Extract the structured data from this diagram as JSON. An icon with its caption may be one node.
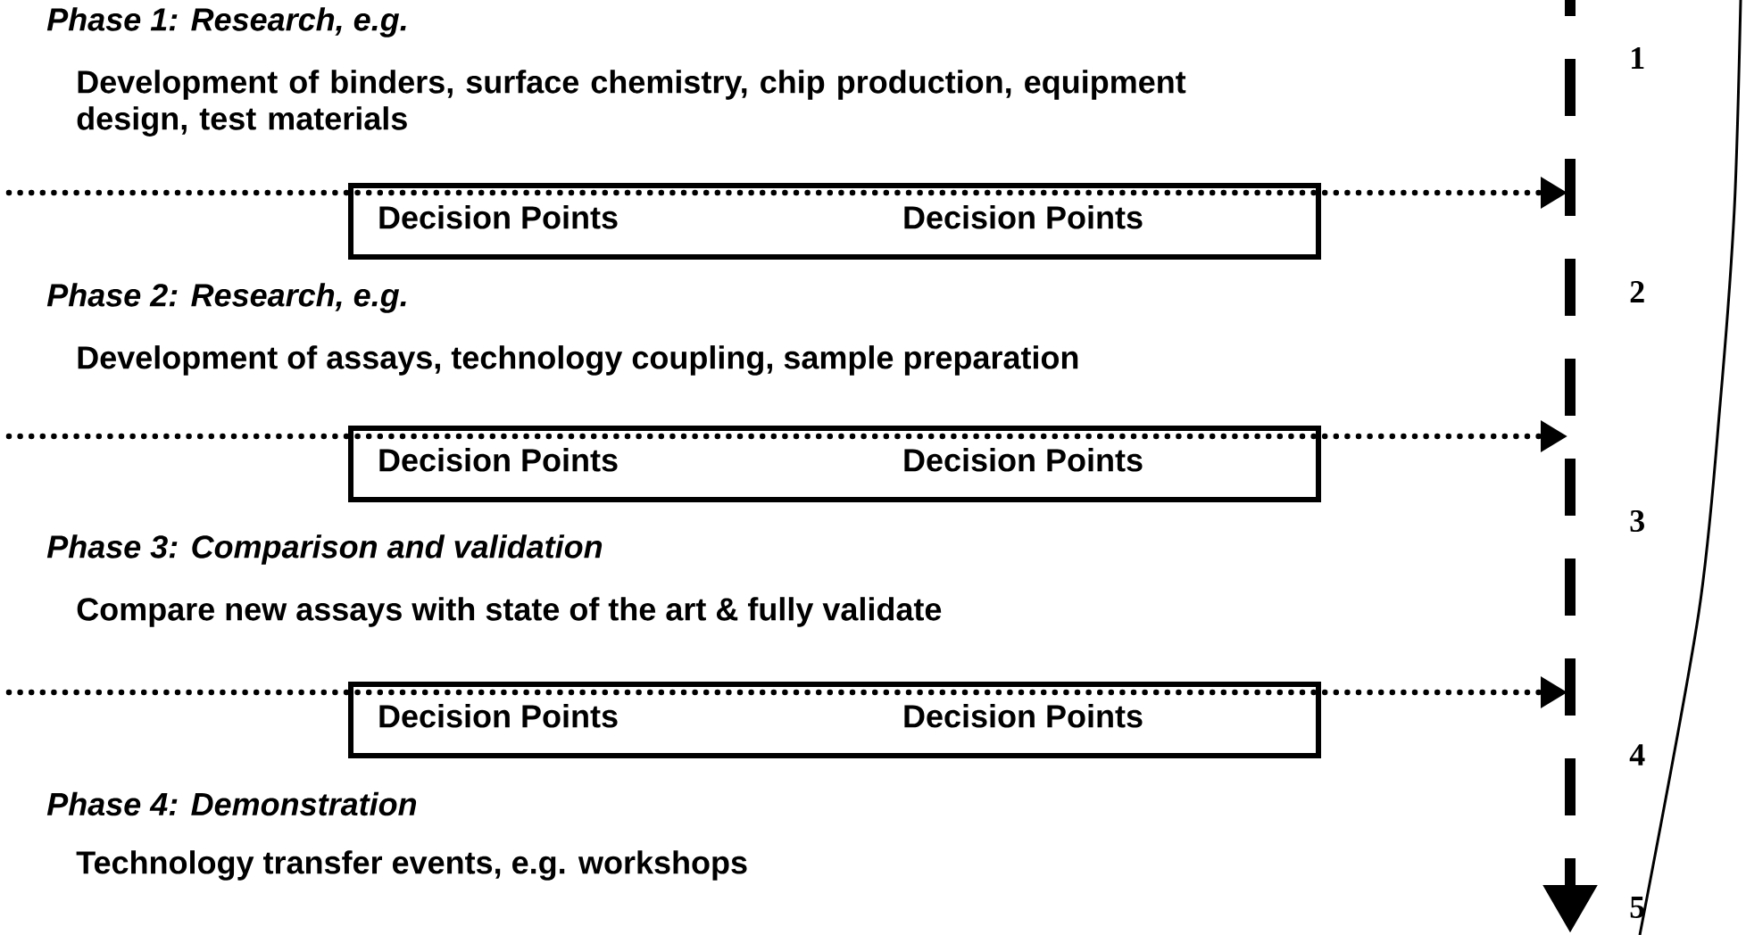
{
  "diagram": {
    "nodes": [
      {
        "text": [
          "Decision Points",
          "Decision Points"
        ]
      },
      {
        "text": [
          "Decision Points",
          "Decision Points"
        ]
      },
      {
        "text": [
          "Decision Points",
          "Decision Points"
        ]
      }
    ],
    "edges": [],
    "labels": [
      "Phase 1: Research, e.g.",
      "1",
      "Development of binders, surface chemistry, chip production, equipment design, test materials",
      "2",
      "Phase 2: Research, e.g.",
      "Development of assays, technology coupling, sample preparation",
      "3",
      "Phase 3: Comparison and validation",
      "Compare new assays with state of the art & fully validate",
      "4",
      "Phase 4: Demonstration",
      "Technology transfer events, e.g. workshops",
      "5"
    ]
  }
}
